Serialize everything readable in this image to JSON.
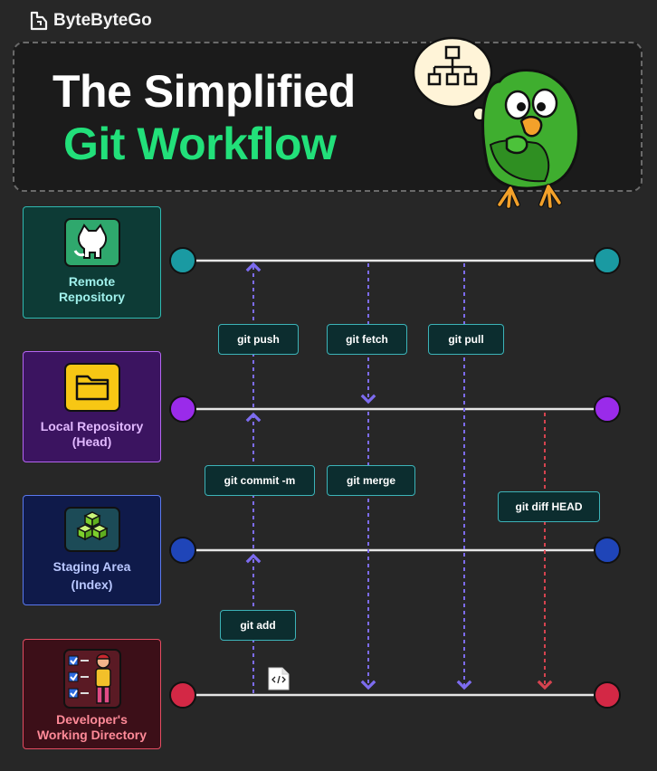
{
  "brand": {
    "name": "ByteByteGo"
  },
  "title": {
    "line1": "The Simplified",
    "line2": "Git Workflow"
  },
  "stages": [
    {
      "id": "remote",
      "label_line1": "Remote",
      "label_line2": "Repository",
      "color": "#1a9aa2",
      "icon": "github-octocat-icon"
    },
    {
      "id": "local",
      "label_line1": "Local Repository",
      "label_line2": "(Head)",
      "color": "#9a2bea",
      "icon": "folder-icon"
    },
    {
      "id": "staging",
      "label_line1": "Staging Area",
      "label_line2": "(Index)",
      "color": "#1f45b8",
      "icon": "stacked-cubes-icon"
    },
    {
      "id": "dev",
      "label_line1": "Developer's",
      "label_line2": "Working Directory",
      "color": "#d32845",
      "icon": "developer-checklist-icon"
    }
  ],
  "commands": {
    "git_push": "git push",
    "git_fetch": "git fetch",
    "git_pull": "git pull",
    "git_commit": "git commit -m",
    "git_merge": "git merge",
    "git_diff": "git diff HEAD",
    "git_add": "git add"
  },
  "colors": {
    "arrow_up": "#7d6cf0",
    "arrow_down": "#7d6cf0",
    "arrow_diff": "#d6434f",
    "line": "#e6e6e6",
    "accent_green": "#22e07a"
  },
  "file_icon": "code-file-icon"
}
